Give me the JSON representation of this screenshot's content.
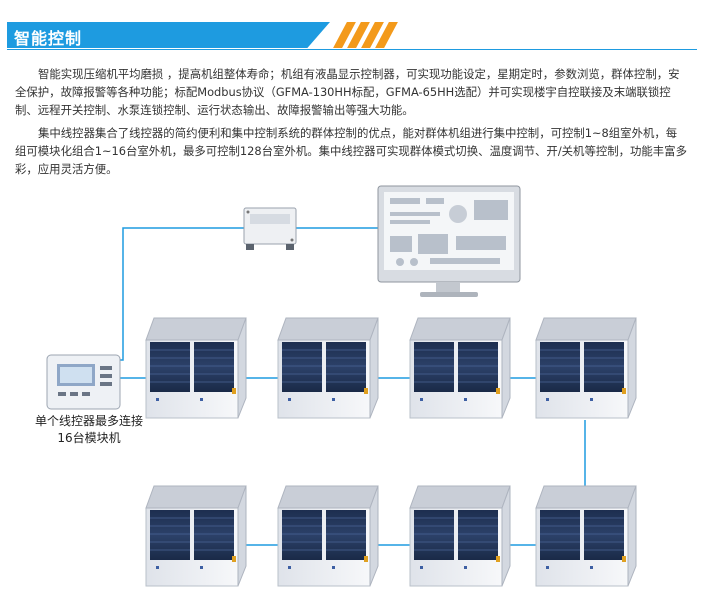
{
  "header": {
    "title": "智能控制",
    "title_bg": "#1e9be0",
    "stripe_color": "#f39a1b"
  },
  "paragraphs": [
    "智能实现压缩机平均磨损 ，提高机组整体寿命；机组有液晶显示控制器，可实现功能设定，星期定时，参数浏览，群体控制，安全保护，故障报警等各种功能；标配Modbus协议（GFMA-130HH标配，GFMA-65HH选配）并可实现楼宇自控联接及末端联锁控制、远程开关控制、水泵连锁控制、运行状态输出、故障报警输出等强大功能。",
    "集中线控器集合了线控器的简约便利和集中控制系统的群体控制的优点，能对群体机组进行集中控制，可控制1~8组室外机，每组可模块化组合1~16台室外机，最多可控制128台室外机。集中线控器可实现群体模式切换、温度调节、开/关机等控制，功能丰富多彩，应用灵活方便。"
  ],
  "diagram": {
    "controller_caption": "单个线控器最多连接16台模块机",
    "line_color": "#1e9be0",
    "gateway_icon": "modbus-gateway-icon",
    "monitor_icon": "monitor-icon",
    "remote_icon": "wired-controller-icon",
    "unit_icon": "outdoor-unit-icon"
  }
}
